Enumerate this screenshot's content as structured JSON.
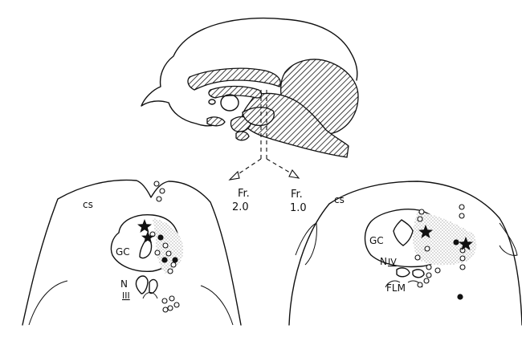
{
  "labels": {
    "frontal_left": {
      "line1": "Fr.",
      "line2": "2.0"
    },
    "frontal_right": {
      "line1": "Fr.",
      "line2": "1.0"
    },
    "left_section": {
      "cs": "cs",
      "gc": "GC",
      "nucleus": "N",
      "nucleus_numeral": "III"
    },
    "right_section": {
      "cs": "cs",
      "gc": "GC",
      "nucleus": "N",
      "nucleus_numeral": "IV",
      "flm": "FLM"
    }
  },
  "colors": {
    "ink": "#111111",
    "paper": "#ffffff",
    "stipple": "#555555"
  }
}
